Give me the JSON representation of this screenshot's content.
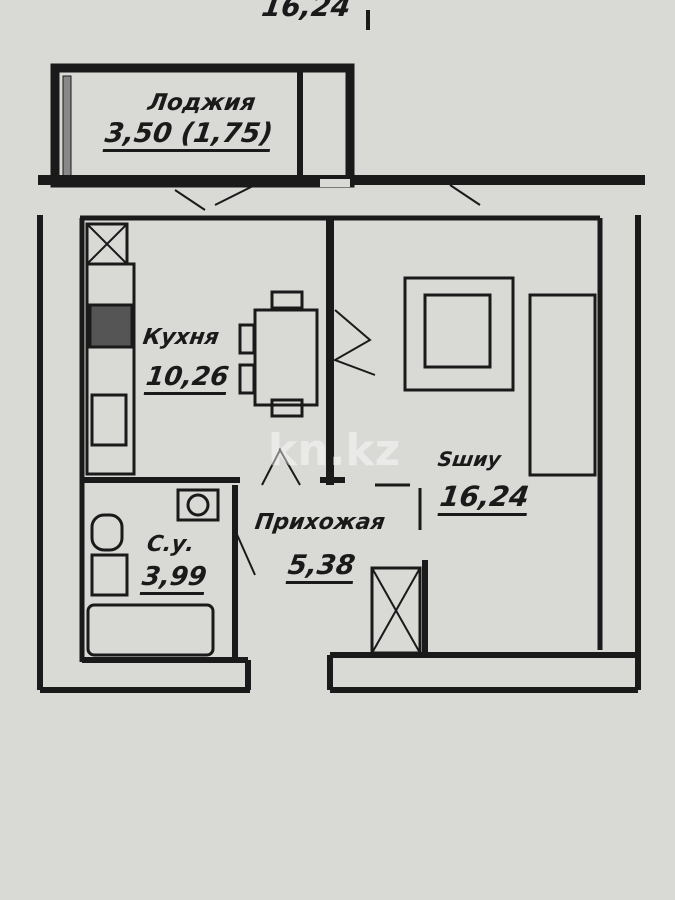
{
  "top_dimension": "16,24",
  "watermark": "kn.kz",
  "rooms": [
    {
      "name": "Лоджия",
      "area": "3,50 (1,75)"
    },
    {
      "name": "Кухня",
      "area": "10,26"
    },
    {
      "name": "Sшиу",
      "area": "16,24"
    },
    {
      "name": "Прихожая",
      "area": "5,38"
    },
    {
      "name": "С.у.",
      "area": "3,99"
    }
  ],
  "colors": {
    "paper": "#d9dad6",
    "ink": "#1a1a1a"
  }
}
